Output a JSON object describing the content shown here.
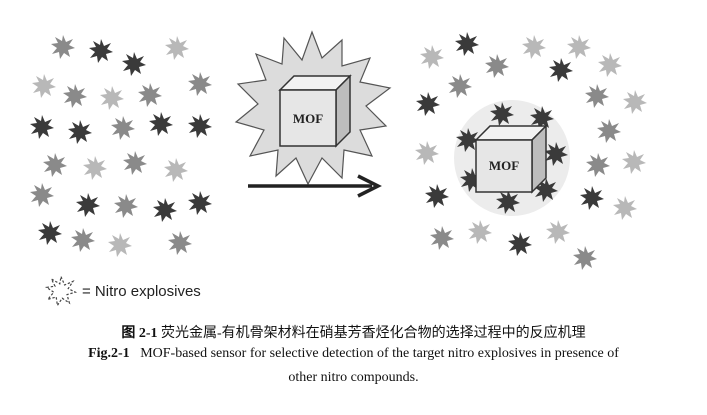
{
  "diagram": {
    "mof_label": "MOF",
    "legend_text": "= Nitro explosives"
  },
  "caption": {
    "cn_prefix": "图 2-1",
    "cn_text": "荧光金属-有机骨架材料在硝基芳香烃化合物的选择过程中的反应机理",
    "en_prefix": "Fig.2-1",
    "en_line1": "MOF-based sensor for selective detection of the target nitro explosives in presence of",
    "en_line2": "other nitro compounds."
  },
  "colors": {
    "dark_star": "#3a3a3a",
    "mid_star": "#8a8a8a",
    "light_star": "#b8b8b8",
    "mof_burst": "#dcdcdc",
    "mof_cube_front": "#e6e6e6",
    "arrow": "#222222"
  }
}
